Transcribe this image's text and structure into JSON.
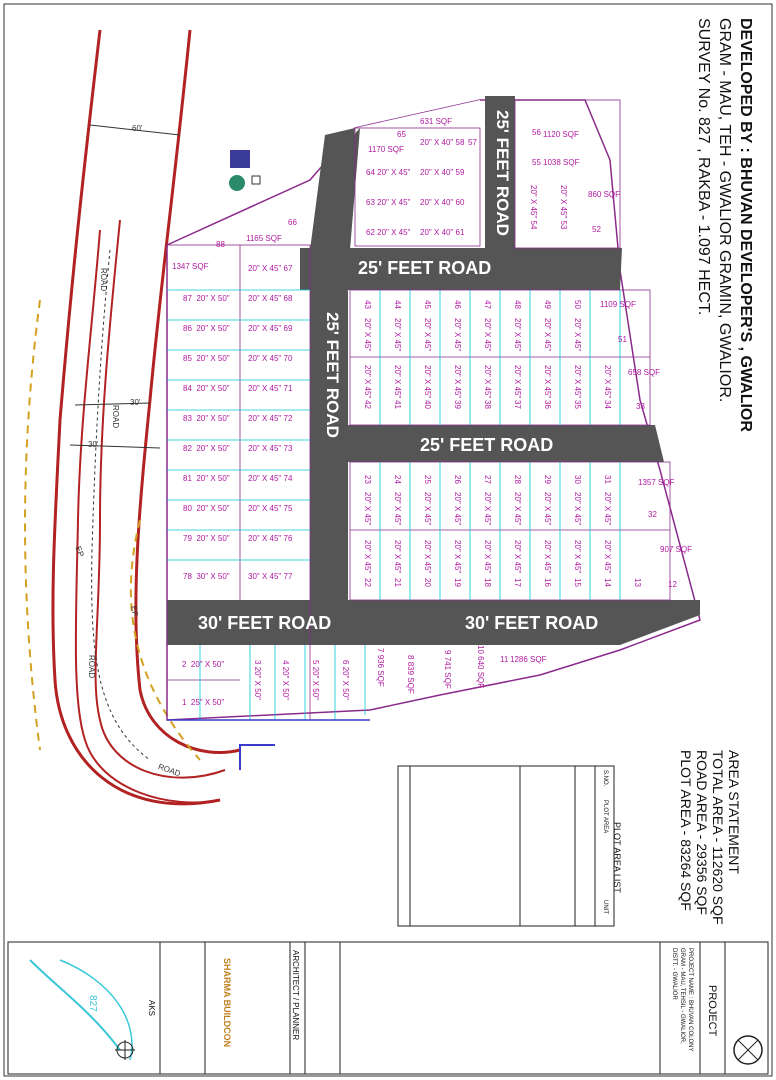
{
  "header": {
    "developer": "DEVELOPED BY : BHUVAN DEVELOPER'S , GWALIOR",
    "location": "GRAM - MAU, TEH - GWALIOR GRAMIN, GWALIOR.",
    "survey": "SURVEY No. 827 , RAKBA - 1.097 HECT."
  },
  "area_statement": {
    "title": "AREA STATEMENT",
    "total": "TOTAL AREA - 112620 SQF",
    "road": "ROAD AREA - 29356 SQF",
    "plot": "PLOT AREA - 83264 SQF"
  },
  "roads": {
    "r25_top": "25' FEET ROAD",
    "r25_vert_right": "25' FEET ROAD",
    "r25_vert_left": "25' FEET ROAD",
    "r25_mid": "25' FEET ROAD",
    "r30_left": "30' FEET ROAD",
    "r30_right": "30' FEET ROAD",
    "ext_road_1": "ROAD",
    "ext_road_2": "ROAD",
    "ext_road_3": "ROAD",
    "ext_road_4": "ROAD",
    "ep_1": "EP",
    "ep_2": "EP",
    "dim_60": "60'",
    "dim_30a": "30'",
    "dim_30b": "30'"
  },
  "plots_left": [
    {
      "no": "87",
      "size": "20\" X 50\""
    },
    {
      "no": "86",
      "size": "20\" X 50\""
    },
    {
      "no": "85",
      "size": "20\" X 50\""
    },
    {
      "no": "84",
      "size": "20\" X 50\""
    },
    {
      "no": "83",
      "size": "20\" X 50\""
    },
    {
      "no": "82",
      "size": "20\" X 50\""
    },
    {
      "no": "81",
      "size": "20\" X 50\""
    },
    {
      "no": "80",
      "size": "20\" X 50\""
    },
    {
      "no": "79",
      "size": "20\" X 50\""
    },
    {
      "no": "78",
      "size": "30\" X 50\""
    }
  ],
  "plots_left2": [
    {
      "no": "67",
      "size": "20\" X 45\""
    },
    {
      "no": "68",
      "size": "20\" X 45\""
    },
    {
      "no": "69",
      "size": "20\" X 45\""
    },
    {
      "no": "70",
      "size": "20\" X 45\""
    },
    {
      "no": "71",
      "size": "20\" X 45\""
    },
    {
      "no": "72",
      "size": "20\" X 45\""
    },
    {
      "no": "73",
      "size": "20\" X 45\""
    },
    {
      "no": "74",
      "size": "20\" X 45\""
    },
    {
      "no": "75",
      "size": "20\" X 45\""
    },
    {
      "no": "76",
      "size": "20\" X 45\""
    },
    {
      "no": "77",
      "size": "30\" X 45\""
    }
  ],
  "plot_88": {
    "no": "88",
    "area": "1347 SQF"
  },
  "plot_66": {
    "no": "66",
    "area": "1165 SQF"
  },
  "plot_65": {
    "no": "65",
    "area": "1170 SQF"
  },
  "plot_57": {
    "no": "57",
    "area": "631 SQF"
  },
  "plot_56": {
    "no": "56",
    "area": "1120 SQF"
  },
  "plot_55": {
    "no": "55",
    "area": "1038 SQF"
  },
  "plot_52": {
    "no": "52",
    "area": "860 SQF"
  },
  "plot_51": {
    "no": "51",
    "area": "1109 SQF"
  },
  "plot_33": {
    "no": "33",
    "area": "658 SQF"
  },
  "plot_32": {
    "no": "32",
    "area": "1357 SQF"
  },
  "plot_12": {
    "no": "12",
    "area": "907 SQF"
  },
  "plot_11": {
    "no": "11",
    "area": "1286 SQF"
  },
  "top_block": [
    {
      "no": "64",
      "size": "20\" X 45\""
    },
    {
      "no": "63",
      "size": "20\" X 45\""
    },
    {
      "no": "62",
      "size": "20\" X 45\""
    },
    {
      "no": "58",
      "size": "20\" X 40\""
    },
    {
      "no": "59",
      "size": "20\" X 40\""
    },
    {
      "no": "60",
      "size": "20\" X 40\""
    },
    {
      "no": "61",
      "size": "20\" X 40\""
    },
    {
      "no": "54",
      "size": "20\" X 45\""
    },
    {
      "no": "53",
      "size": "20\" X 45\""
    }
  ],
  "middle_block_top": [
    "43",
    "44",
    "45",
    "46",
    "47",
    "48",
    "49",
    "50"
  ],
  "middle_block_bottom": [
    "42",
    "41",
    "40",
    "39",
    "38",
    "37",
    "36",
    "35",
    "34"
  ],
  "lower_block_top": [
    "23",
    "24",
    "25",
    "26",
    "27",
    "28",
    "29",
    "30",
    "31"
  ],
  "lower_block_bottom": [
    "22",
    "21",
    "20",
    "19",
    "18",
    "17",
    "16",
    "15",
    "14",
    "13"
  ],
  "plot_size_std": "20\" X 45\"",
  "bottom_row": [
    {
      "no": "2",
      "size": "20\" X 50\""
    },
    {
      "no": "1",
      "size": "25\" X 50\""
    },
    {
      "no": "3",
      "size": "20\" X 50\""
    },
    {
      "no": "4",
      "size": "20\" X 50\""
    },
    {
      "no": "5",
      "size": "20\" X 50\""
    },
    {
      "no": "6",
      "size": "20\" X 50\""
    },
    {
      "no": "7",
      "size": "936 SQF"
    },
    {
      "no": "8",
      "size": "839 SQF"
    },
    {
      "no": "9",
      "size": "741 SQF"
    },
    {
      "no": "10",
      "size": "640 SQF"
    }
  ],
  "plot_area_list": {
    "title": "PLOT AREA LIST",
    "headers": [
      "S.NO.",
      "PLOT AREA",
      "UNIT"
    ]
  },
  "project": {
    "title": "PROJECT",
    "name": "PROJECT NAME : BHUVAN COLONY",
    "gram": "GRAM - MAU, TEHSIL - GWALIOR,",
    "distt": "DISTT. - GWALIOR"
  },
  "firm": {
    "name": "SHARMA BUILDCON",
    "architect": "ARCHITECT / PLANNER",
    "aks": "AKS",
    "survey_no": "827"
  },
  "colors": {
    "road": "#555555",
    "plot_text": "#b01aa0",
    "road_outline": "#b22222",
    "cyan_lines": "#00c8d8",
    "blue_outline": "#3a3acc"
  }
}
